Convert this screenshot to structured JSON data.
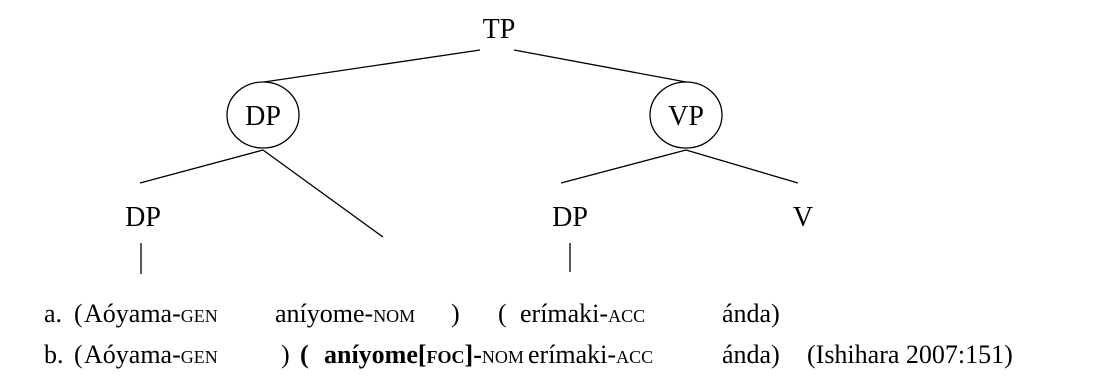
{
  "tree": {
    "root": "TP",
    "left": {
      "label": "DP",
      "circled": true,
      "children": [
        {
          "label": "DP"
        },
        {
          "label": ""
        }
      ]
    },
    "right": {
      "label": "VP",
      "circled": true,
      "children": [
        {
          "label": "DP"
        },
        {
          "label": "V"
        }
      ]
    }
  },
  "examples": {
    "a": {
      "marker": "a.",
      "open1": "(",
      "w1": "Aóyama-",
      "w1_case": "gen",
      "w2": "aníyome-",
      "w2_case": "nom",
      "close1": ")",
      "open2": "(",
      "w3": "erímaki-",
      "w3_case": "acc",
      "w4": "ánda)"
    },
    "b": {
      "marker": "b.",
      "open1": "(",
      "w1": "Aóyama-",
      "w1_case": "gen",
      "close1": ")",
      "open2": "(",
      "w2": "aníyome[",
      "w2_foc": "foc",
      "w2_close": "]",
      "w2_case_sep": "-",
      "w2_case": "nom",
      "w3": "erímaki-",
      "w3_case": "acc",
      "w4": "ánda)",
      "citation": "(Ishihara 2007:151)"
    }
  }
}
